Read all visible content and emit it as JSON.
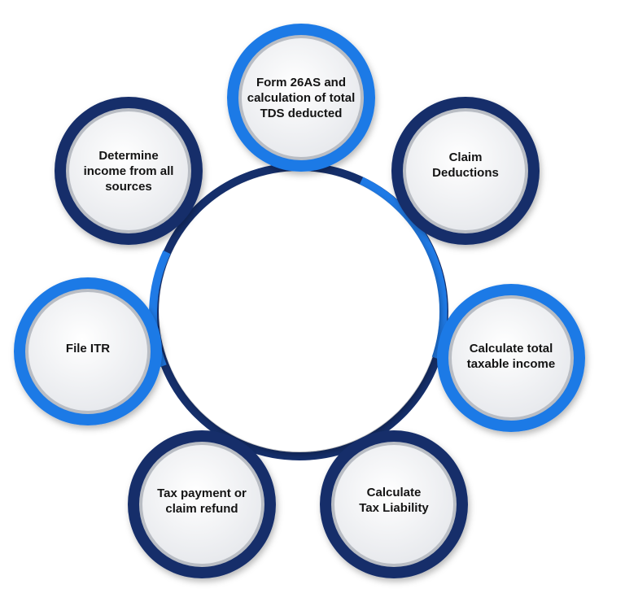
{
  "diagram": {
    "colors": {
      "navy": "#152f6b",
      "blue": "#1f7ae6",
      "inner_fill": "#f4f5f7",
      "inner_rim": "#b9bdc4",
      "text": "#141414"
    },
    "steps": [
      {
        "id": "form-26as",
        "label": "Form 26AS and\ncalculation of total\nTDS deducted",
        "ring": "blue"
      },
      {
        "id": "claim-deductions",
        "label": "Claim\nDeductions",
        "ring": "navy"
      },
      {
        "id": "calculate-taxable-income",
        "label": "Calculate total\ntaxable income",
        "ring": "blue"
      },
      {
        "id": "calculate-tax-liability",
        "label": "Calculate\nTax Liability",
        "ring": "navy"
      },
      {
        "id": "tax-payment",
        "label": "Tax payment or\nclaim refund",
        "ring": "navy"
      },
      {
        "id": "file-itr",
        "label": "File ITR",
        "ring": "blue"
      },
      {
        "id": "determine-income",
        "label": "Determine\nincome from all\nsources",
        "ring": "navy"
      }
    ]
  }
}
